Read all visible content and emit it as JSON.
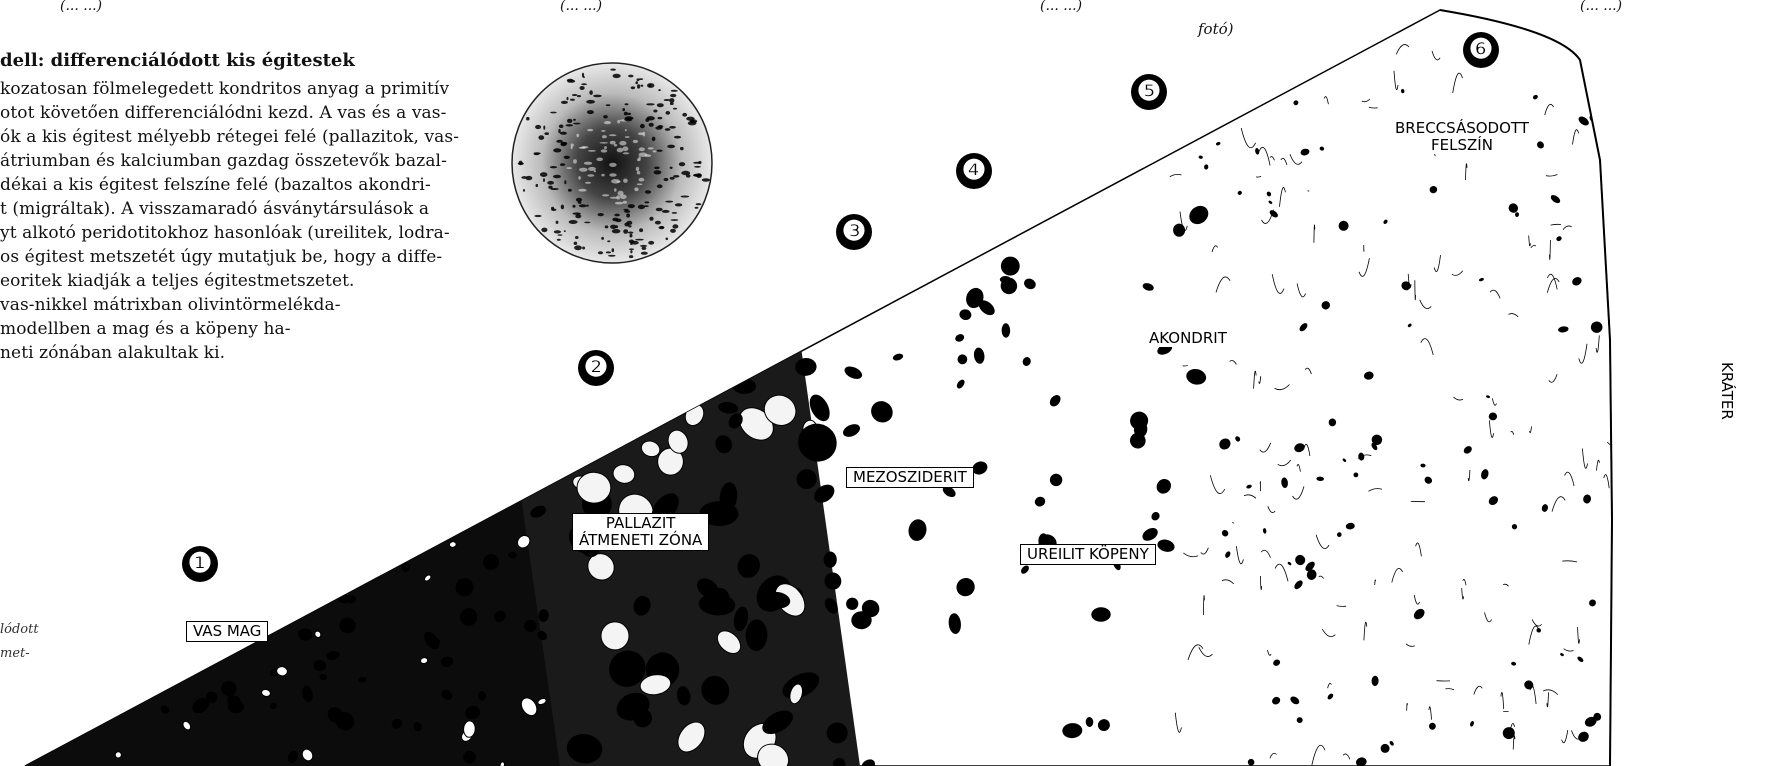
{
  "top_fragments": {
    "left": "(...  ...)",
    "center": "(...  ...)",
    "right_a": "(...  ...)",
    "right_b": "(...  ...)",
    "foto": "fotó)"
  },
  "text": {
    "heading": "dell: differenciálódott kis égitestek",
    "lines": [
      "kozatosan fölmelegedett kondritos anyag a primitív",
      "otot követően differenciálódni kezd. A vas és a vas-",
      "ók a kis égitest mélyebb rétegei felé (pallazitok, vas-",
      "átriumban és kalciumban gazdag összetevők bazal-",
      "dékai a kis égitest felszíne felé (bazaltos akondri-",
      "t (migráltak). A visszamaradó ásványtársulások a",
      "yt alkotó peridotitokhoz hasonlóak (ureilitek, lodra-",
      "os égitest metszetét úgy mutatjuk be, hogy a diffe-",
      "eoritek kiadják a teljes égitestmetszetet.",
      "vas-nikkel mátrixban olivintörmelékda-",
      "modellben a mag és a köpeny ha-",
      "neti zónában alakultak ki."
    ],
    "caption_fragments": [
      "lódott",
      "met-"
    ]
  },
  "labels": {
    "vas_mag": "VAS MAG",
    "pallazit": "PALLAZIT\nÁTMENETI ZÓNA",
    "mezosziderit": "MEZOSZIDERIT",
    "ureilit": "UREILIT KÖPENY",
    "akondrit": "AKONDRIT",
    "breccsasodott": "BRECCSÁSODOTT\nFELSZÍN",
    "krater": "KRÁTER"
  },
  "numbers": [
    "❶",
    "❷",
    "❸",
    "❹",
    "❺",
    "❻"
  ]
}
